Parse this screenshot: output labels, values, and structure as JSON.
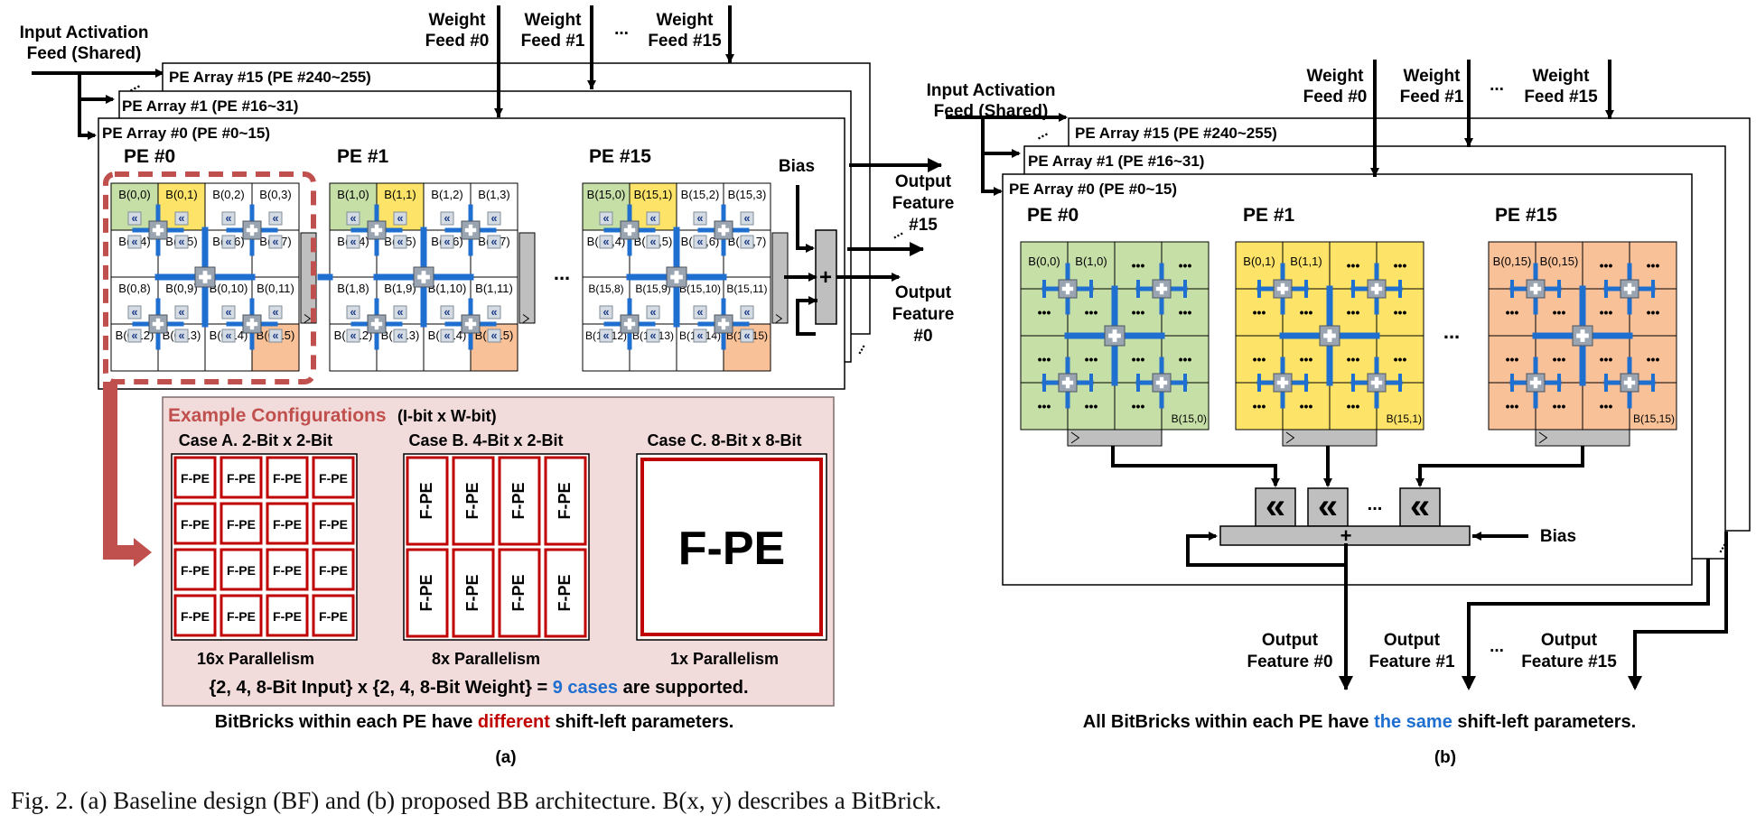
{
  "colors": {
    "pe_blue": "#1f6fd0",
    "green": "#c6dfa6",
    "yellow": "#fde469",
    "orange": "#f9c197",
    "config_bg": "#f2dcdb",
    "config_border": "#c0504d",
    "red_text": "#c00000",
    "highlight_blue": "#1f6fd0",
    "shifter_gray": "#bfbfbf"
  },
  "a": {
    "input_feed": [
      "Input Activation",
      "Feed (Shared)"
    ],
    "weight_feeds": [
      [
        "Weight",
        "Feed #0"
      ],
      [
        "Weight",
        "Feed #1"
      ],
      [
        "Weight",
        "Feed #15"
      ]
    ],
    "ellipsis": "...",
    "arrays": [
      "PE Array #15 (PE #240~255)",
      "PE Array #1 (PE #16~31)",
      "PE Array #0 (PE #0~15)"
    ],
    "pe_titles": [
      "PE #0",
      "PE #1",
      "PE #15"
    ],
    "pe0_cells": [
      "B(0,0)",
      "B(0,1)",
      "B(0,2)",
      "B(0,3)",
      "B(0,4)",
      "B(0,5)",
      "B(0,6)",
      "B(0,7)",
      "B(0,8)",
      "B(0,9)",
      "B(0,10)",
      "B(0,11)",
      "B(0,12)",
      "B(0,13)",
      "B(0,14)",
      "B(0,15)"
    ],
    "pe1_cells": [
      "B(1,0)",
      "B(1,1)",
      "B(1,2)",
      "B(1,3)",
      "B(1,4)",
      "B(1,5)",
      "B(1,6)",
      "B(1,7)",
      "B(1,8)",
      "B(1,9)",
      "B(1,10)",
      "B(1,11)",
      "B(1,12)",
      "B(1,13)",
      "B(1,14)",
      "B(1,15)"
    ],
    "pe15_cells": [
      "B(15,0)",
      "B(15,1)",
      "B(15,2)",
      "B(15,3)",
      "B(15,4)",
      "B(15,5)",
      "B(15,6)",
      "B(15,7)",
      "B(15,8)",
      "B(15,9)",
      "B(15,10)",
      "B(15,11)",
      "B(15,12)",
      "B(15,13)",
      "B(15,14)",
      "B(15,15)"
    ],
    "bias": "Bias",
    "output15": [
      "Output",
      "Feature",
      "#15"
    ],
    "output0": [
      "Output",
      "Feature",
      "#0"
    ],
    "config_title": "Example Configurations",
    "config_sub": "(I-bit x W-bit)",
    "cases": [
      "Case A. 2-Bit x 2-Bit",
      "Case B. 4-Bit x 2-Bit",
      "Case C. 8-Bit x 8-Bit"
    ],
    "fpe": "F-PE",
    "parallelism": [
      "16x Parallelism",
      "8x Parallelism",
      "1x Parallelism"
    ],
    "supported_pre": "{2, 4, 8-Bit Input} x {2, 4, 8-Bit Weight} = ",
    "supported_hl": "9 cases",
    "supported_post": " are supported.",
    "note_pre": "BitBricks within each PE have ",
    "note_hl": "different",
    "note_post": " shift-left parameters.",
    "label": "(a)"
  },
  "b": {
    "input_feed": [
      "Input Activation",
      "Feed (Shared)"
    ],
    "weight_feeds": [
      [
        "Weight",
        "Feed #0"
      ],
      [
        "Weight",
        "Feed #1"
      ],
      [
        "Weight",
        "Feed #15"
      ]
    ],
    "ellipsis": "...",
    "arrays": [
      "PE Array #15 (PE #240~255)",
      "PE Array #1 (PE #16~31)",
      "PE Array #0 (PE #0~15)"
    ],
    "pe_titles": [
      "PE #0",
      "PE #1",
      "PE #15"
    ],
    "pe0_labels": [
      "B(0,0)",
      "B(1,0)",
      "B(15,0)"
    ],
    "pe1_labels": [
      "B(0,1)",
      "B(1,1)",
      "B(15,1)"
    ],
    "pe15_labels": [
      "B(0,15)",
      "B(0,15)",
      "B(15,15)"
    ],
    "bias": "Bias",
    "outputs": [
      [
        "Output",
        "Feature #0"
      ],
      [
        "Output",
        "Feature #1"
      ],
      [
        "Output",
        "Feature #15"
      ]
    ],
    "note_pre": "All BitBricks within each PE have ",
    "note_hl": "the same",
    "note_post": " shift-left parameters.",
    "label": "(b)"
  },
  "caption": "Fig. 2.   (a) Baseline design (BF) and (b) proposed BB architecture. B(x, y) describes a BitBrick."
}
